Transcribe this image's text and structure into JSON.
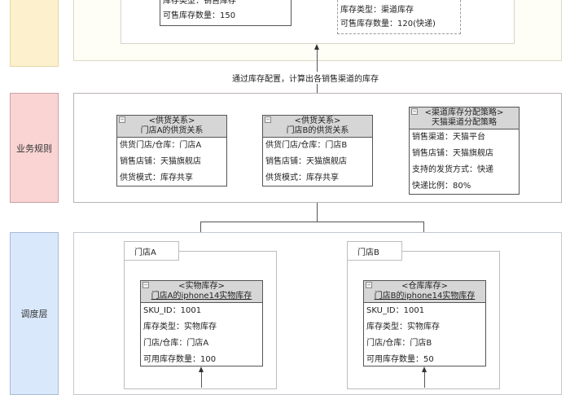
{
  "lanes": {
    "top": {
      "label": "",
      "color": "#fdf1cd"
    },
    "rules": {
      "label": "业务规则",
      "color": "#f9d4d3"
    },
    "scheduling": {
      "label": "调度层",
      "color": "#d9e8fb"
    }
  },
  "top_layer": {
    "sales_inventory_box": {
      "rows": [
        "库存类型：销售库存",
        "可售库存数量：150"
      ]
    },
    "channel_inventory_box": {
      "rows": [
        "库存类型：渠道库存",
        "可售库存数量：120(快递)"
      ]
    }
  },
  "connector_caption": "通过库存配置，计算出各销售渠道的库存",
  "rules_layer": {
    "supply_a": {
      "stereotype": "<供货关系>",
      "title": "门店A的供货关系",
      "rows": [
        "供货门店/仓库：门店A",
        "销售店铺：天猫旗舰店",
        "供货模式：库存共享"
      ]
    },
    "supply_b": {
      "stereotype": "<供货关系>",
      "title": "门店B的供货关系",
      "rows": [
        "供货门店/仓库：门店B",
        "销售店铺：天猫旗舰店",
        "供货模式：库存共享"
      ]
    },
    "channel_strategy": {
      "stereotype": "<渠道库存分配策略>",
      "title": "天猫渠道分配策略",
      "rows": [
        "销售渠道：天猫平台",
        "销售店铺：天猫旗舰店",
        "支持的发货方式：快递",
        "快递比例：80%"
      ]
    }
  },
  "scheduling_layer": {
    "store_a": {
      "tab": "门店A",
      "stereotype": "<实物库存>",
      "title": "门店A的iphone14实物库存",
      "rows": [
        "SKU_ID：1001",
        "库存类型：实物库存",
        "门店/仓库：门店A",
        "可用库存数量：100"
      ]
    },
    "store_b": {
      "tab": "门店B",
      "stereotype": "<仓库库存>",
      "title": "门店B的iphone14实物库存",
      "rows": [
        "SKU_ID：1001",
        "库存类型：实物库存",
        "门店/仓库：门店B",
        "可用库存数量：50"
      ]
    }
  }
}
